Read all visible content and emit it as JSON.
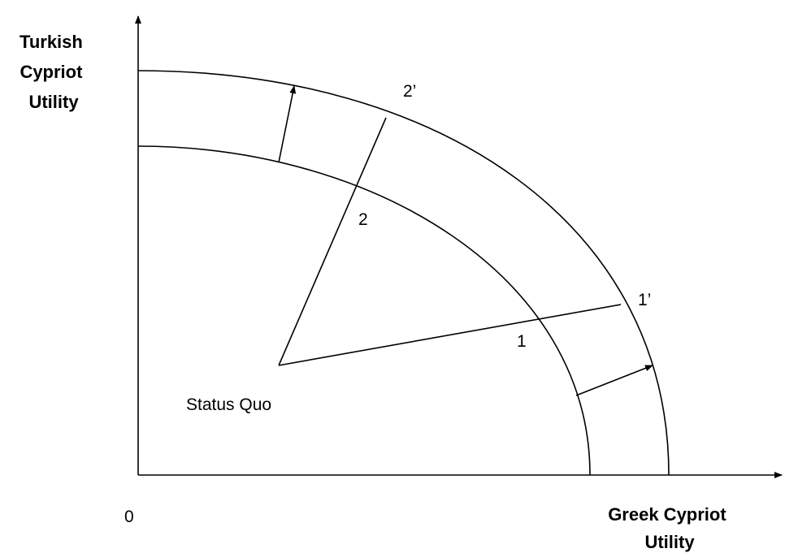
{
  "axes": {
    "origin_label": "0",
    "y_title_lines": [
      "Turkish",
      "Cypriot",
      "Utility"
    ],
    "x_title_lines": [
      "Greek Cypriot",
      "Utility"
    ]
  },
  "points": {
    "status_quo": "Status Quo",
    "p1": "1",
    "p1_prime": "1’",
    "p2": "2",
    "p2_prime": "2’"
  },
  "colors": {
    "ink": "#000000",
    "background": "#ffffff"
  }
}
